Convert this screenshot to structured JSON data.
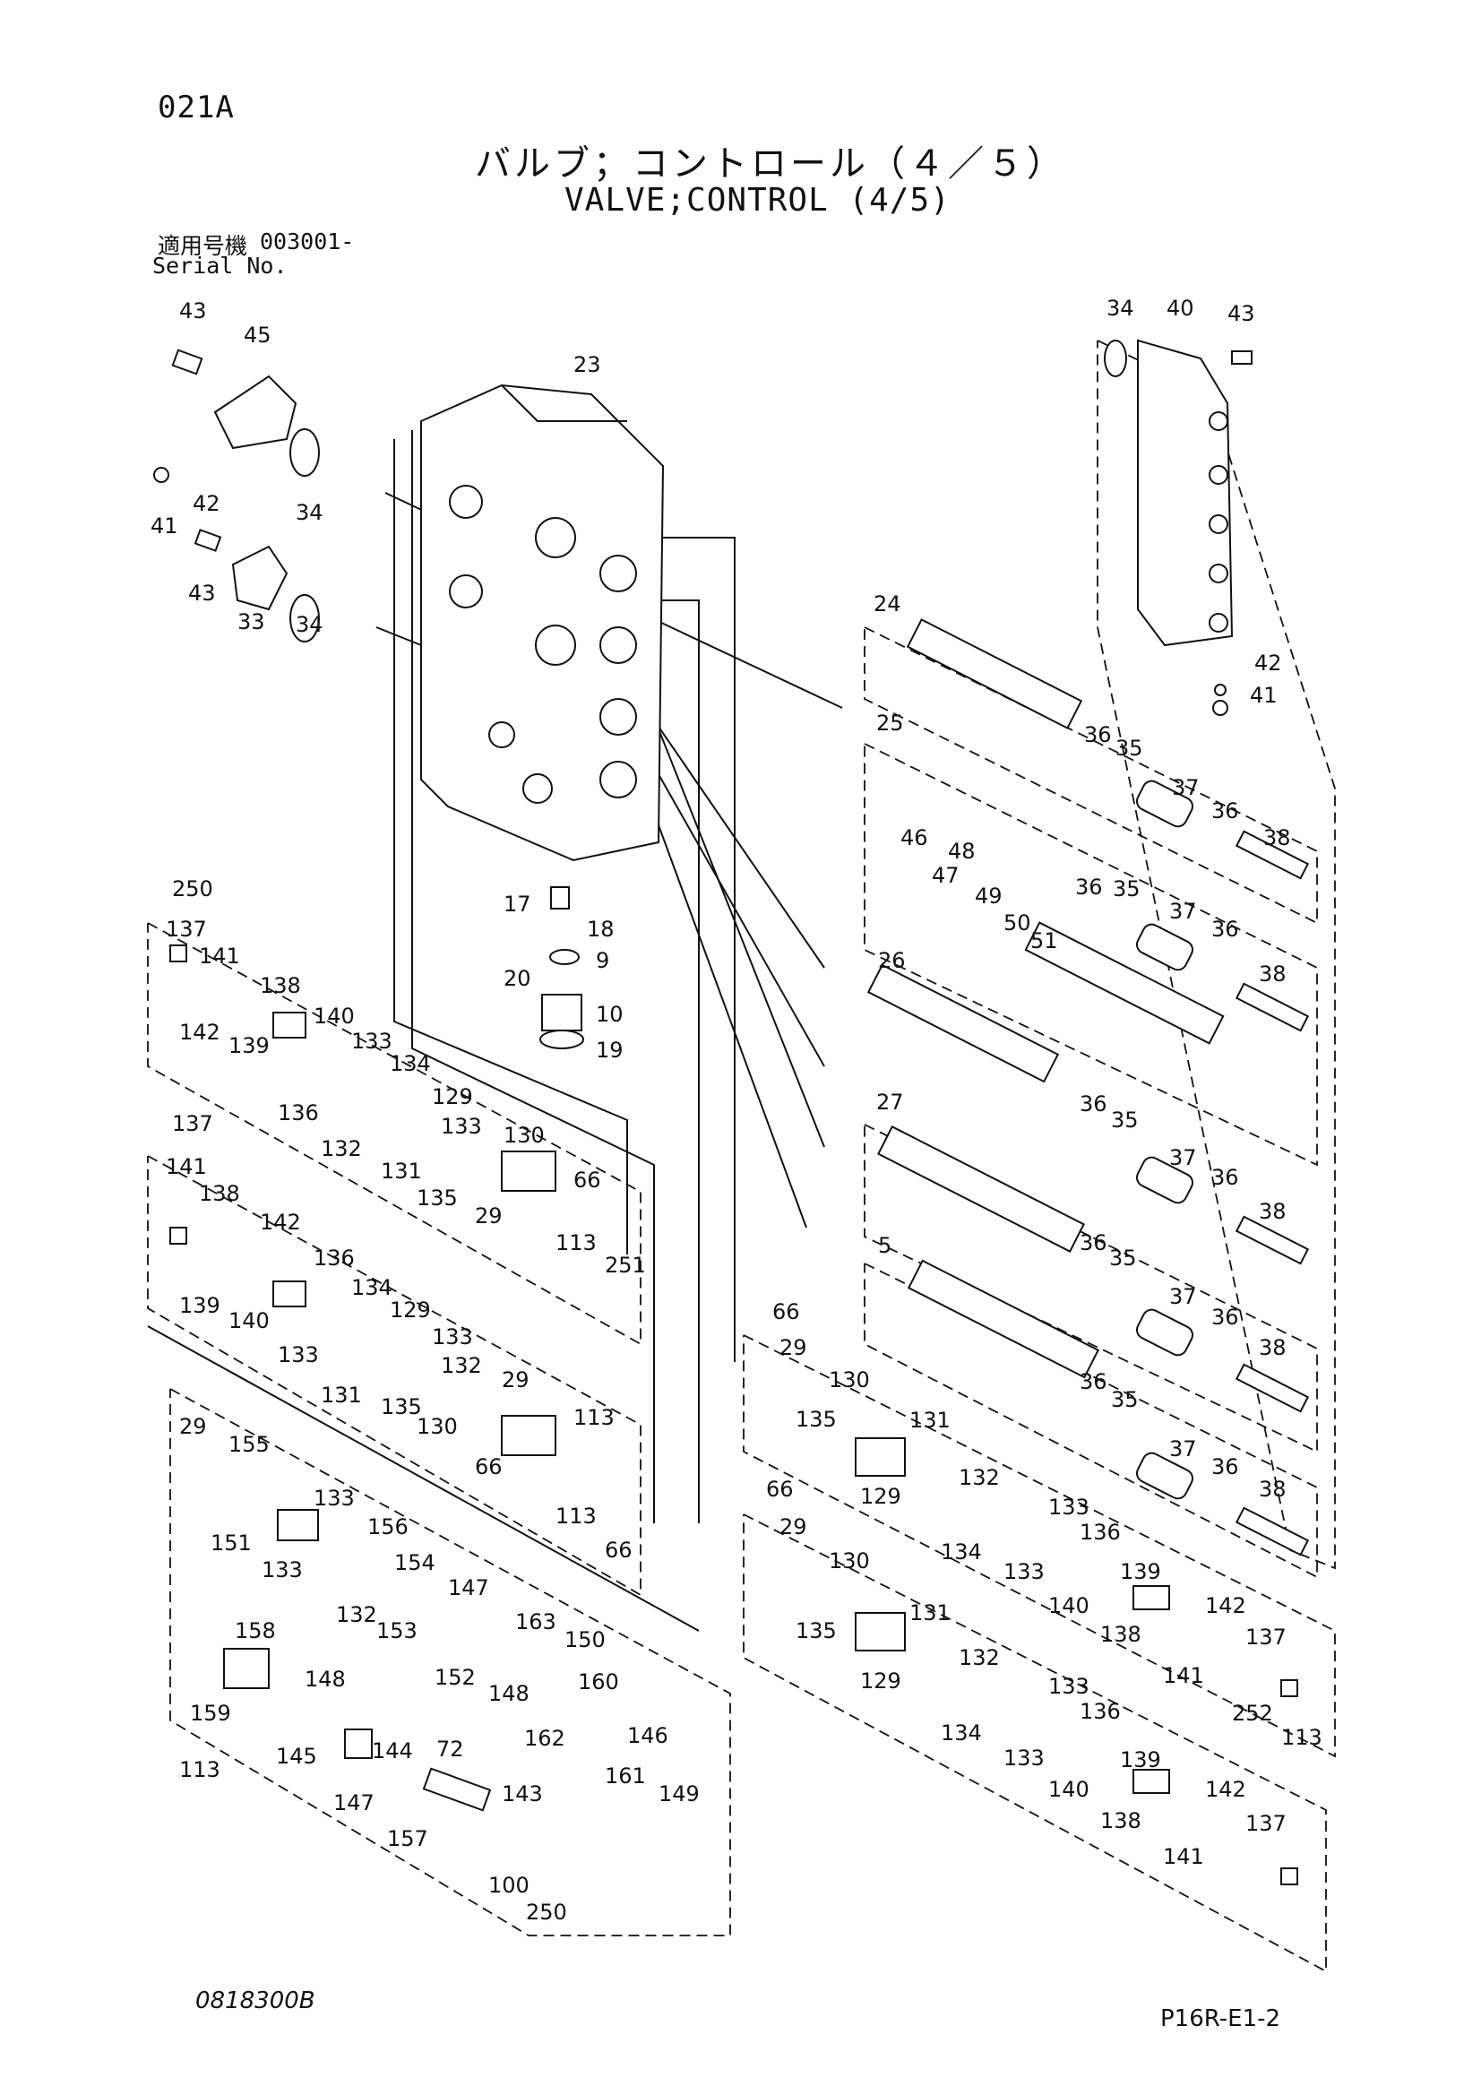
{
  "header": {
    "page_code": "021A",
    "title_jp": "バルブ；コントロール（４／５）",
    "title_en": "VALVE;CONTROL (4/5)",
    "serial_label_jp": "適用号機",
    "serial_label_en": "Serial No.",
    "serial_number": "003001-"
  },
  "footer": {
    "drawing_no": "0818300B",
    "sheet_ref": "P16R-E1-2"
  },
  "callouts": [
    "43",
    "45",
    "23",
    "34",
    "40",
    "43",
    "41",
    "42",
    "34",
    "43",
    "33",
    "34",
    "24",
    "42",
    "41",
    "25",
    "36",
    "35",
    "37",
    "36",
    "38",
    "46",
    "47",
    "48",
    "49",
    "50",
    "51",
    "36",
    "35",
    "37",
    "36",
    "38",
    "26",
    "27",
    "36",
    "35",
    "37",
    "36",
    "38",
    "5",
    "36",
    "35",
    "37",
    "36",
    "38",
    "36",
    "35",
    "37",
    "36",
    "38",
    "17",
    "18",
    "9",
    "20",
    "10",
    "19",
    "250",
    "137",
    "141",
    "138",
    "142",
    "139",
    "140",
    "136",
    "133",
    "134",
    "129",
    "133",
    "132",
    "131",
    "135",
    "130",
    "29",
    "66",
    "113",
    "251",
    "137",
    "141",
    "138",
    "142",
    "139",
    "140",
    "136",
    "133",
    "134",
    "129",
    "133",
    "132",
    "131",
    "135",
    "130",
    "29",
    "66",
    "113",
    "113",
    "66",
    "29",
    "155",
    "151",
    "133",
    "133",
    "156",
    "132",
    "154",
    "153",
    "147",
    "152",
    "163",
    "148",
    "150",
    "162",
    "160",
    "161",
    "146",
    "149",
    "158",
    "159",
    "148",
    "145",
    "144",
    "147",
    "72",
    "157",
    "143",
    "100",
    "250",
    "113",
    "66",
    "29",
    "130",
    "135",
    "131",
    "129",
    "132",
    "134",
    "133",
    "133",
    "136",
    "140",
    "139",
    "138",
    "142",
    "141",
    "137",
    "252",
    "113",
    "66",
    "29",
    "130",
    "135",
    "131",
    "129",
    "132",
    "134",
    "133",
    "133",
    "136",
    "140",
    "139",
    "138",
    "142",
    "141",
    "137"
  ]
}
